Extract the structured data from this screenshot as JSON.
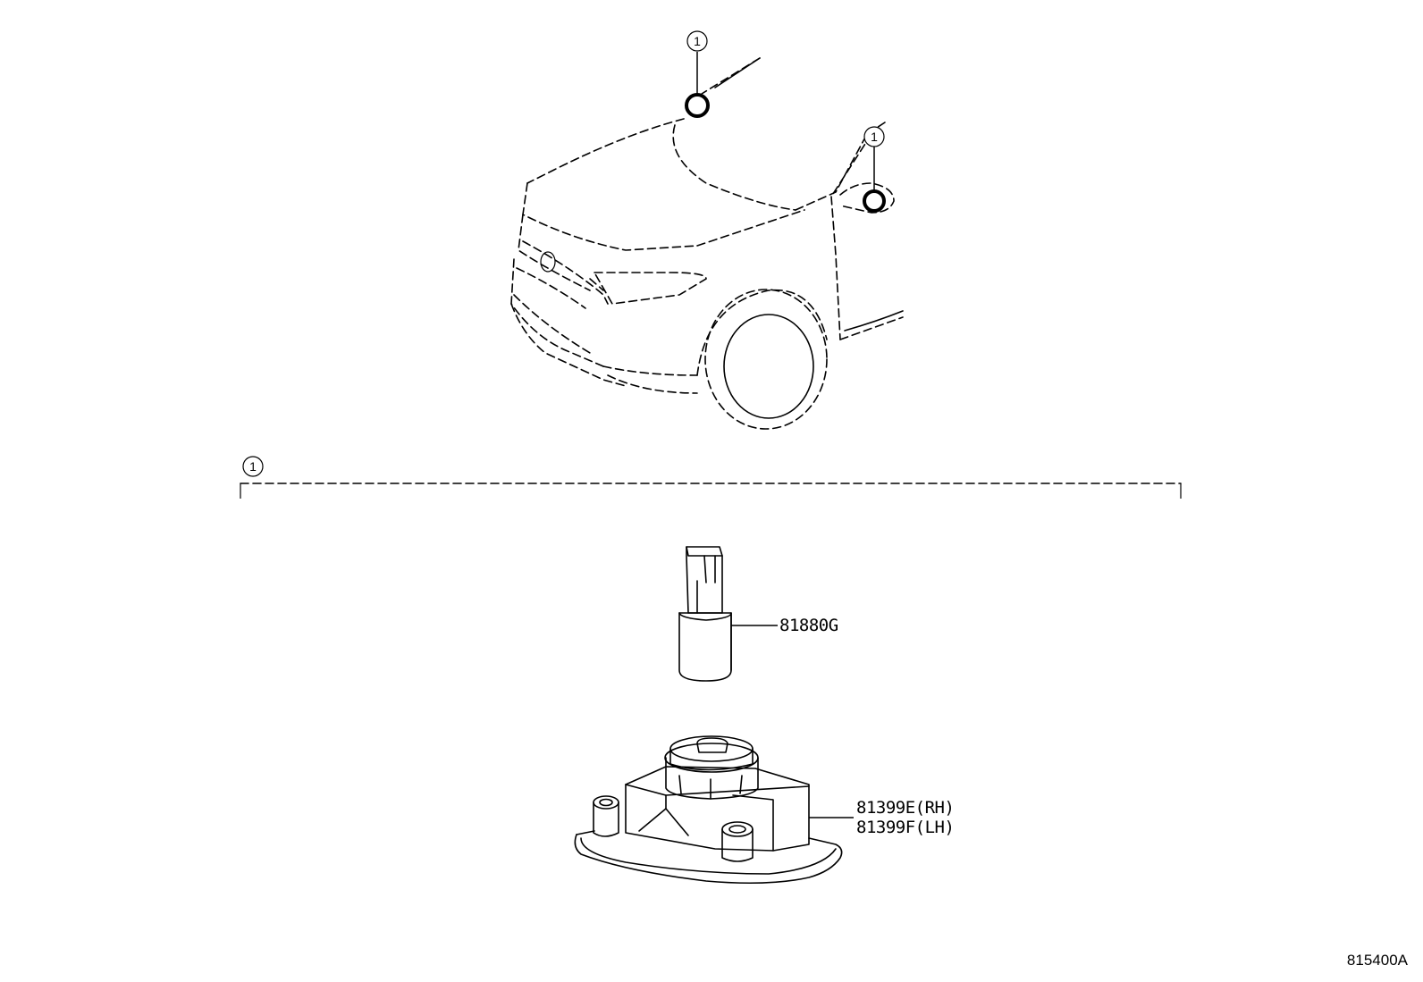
{
  "callouts": {
    "top_left": "1",
    "top_right": "1",
    "group": "1"
  },
  "parts": {
    "bulb": "81880G",
    "socket_rh": "81399E(RH)",
    "socket_lh": "81399F(LH)"
  },
  "figure_id": "815400A"
}
